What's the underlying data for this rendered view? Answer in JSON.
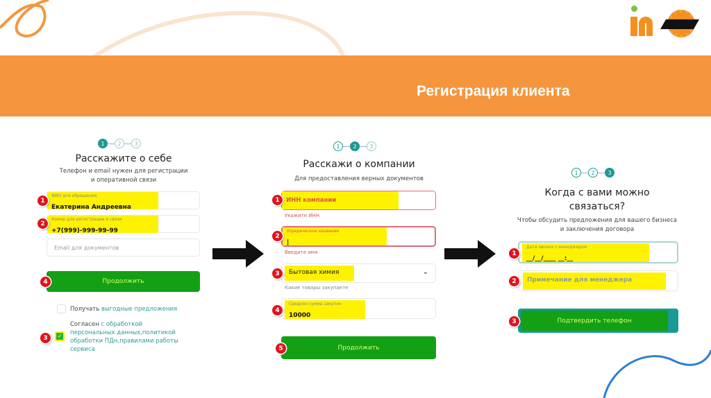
{
  "header": {
    "title": "Регистрация клиента",
    "logos": [
      "in-logo",
      "fk-logo"
    ]
  },
  "step1": {
    "steps": [
      "1",
      "2",
      "3"
    ],
    "title": "Расскажите о себе",
    "subtitle": [
      "Телефон и email нужен для регистрации",
      "и оперативной связи"
    ],
    "fields": [
      {
        "label": "ФИО для обращения",
        "value": "Екатерина Андреевна"
      },
      {
        "label": "Номер для регистрации и связи",
        "value": "+7(999)-999-99-99"
      },
      {
        "placeholder": "Email для документов"
      }
    ],
    "button": "Продолжить",
    "offers_prefix": "Получать",
    "offers_link": "выгодные предложения",
    "consent_prefix": "Согласен",
    "consent_lines": [
      "с обработкой",
      "персональных данных,политикой",
      "обработки ПДн,правилами работы",
      "сервиса"
    ],
    "badges": [
      "1",
      "2",
      "3",
      "4"
    ]
  },
  "step2": {
    "steps": [
      "1",
      "2",
      "3"
    ],
    "title": "Расскажи о компании",
    "subtitle": "Для предоставления верных документов",
    "inn_placeholder": "ИНН компании",
    "inn_error": "Укажите ИНН",
    "name_label": "Юридическое название",
    "name_error": "Введите имя",
    "select_value": "Бытовая химия",
    "select_hint": "Какие товары закупаете",
    "sum_label": "Средняя сумма закупок",
    "sum_value": "10000",
    "button": "Продолжить",
    "badges": [
      "1",
      "2",
      "3",
      "4",
      "5"
    ]
  },
  "step3": {
    "steps": [
      "1",
      "2",
      "3"
    ],
    "title": [
      "Когда с вами можно",
      "связаться?"
    ],
    "subtitle": [
      "Чтобы обсудить предложения для вашего бизнеса",
      "и заключения договора"
    ],
    "date_label": "Дата звонка с менеджером",
    "date_value": "__/__/____ __:__",
    "note_placeholder": "Примечание для менеджера",
    "button": "Подтвердить телефон",
    "badges": [
      "1",
      "2",
      "3"
    ]
  },
  "colors": {
    "banner": "#f5963f",
    "button": "#14a014",
    "accent": "#1a9a94",
    "highlight": "#fff200",
    "badge": "#e0141c"
  }
}
